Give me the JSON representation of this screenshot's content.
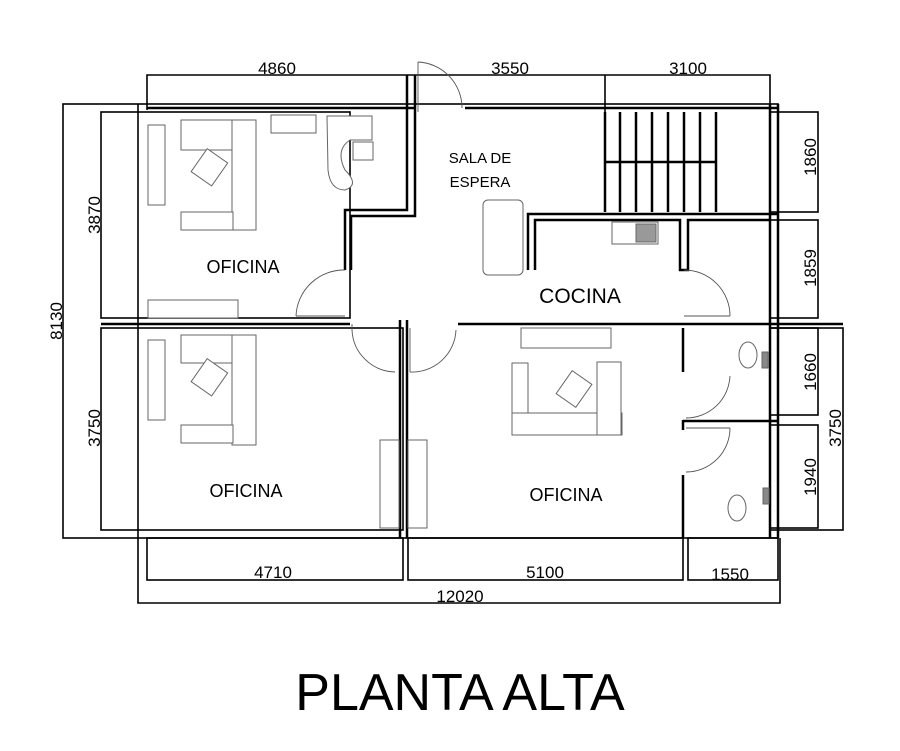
{
  "title": "PLANTA ALTA",
  "rooms": {
    "office_top_left": "OFICINA",
    "waiting_line1": "SALA DE",
    "waiting_line2": "ESPERA",
    "kitchen": "COCINA",
    "office_bottom_left": "OFICINA",
    "office_bottom_right": "OFICINA"
  },
  "dimensions": {
    "top_left": "4860",
    "top_middle": "3550",
    "top_right": "3100",
    "left_upper": "3870",
    "left_total": "8130",
    "left_lower": "3750",
    "right_stairs": "1860",
    "right_kitchen": "1859",
    "right_bath1": "1660",
    "right_bath2": "1940",
    "right_lower": "3750",
    "bottom_left": "4710",
    "bottom_middle": "5100",
    "bottom_right": "1550",
    "bottom_total": "12020"
  }
}
